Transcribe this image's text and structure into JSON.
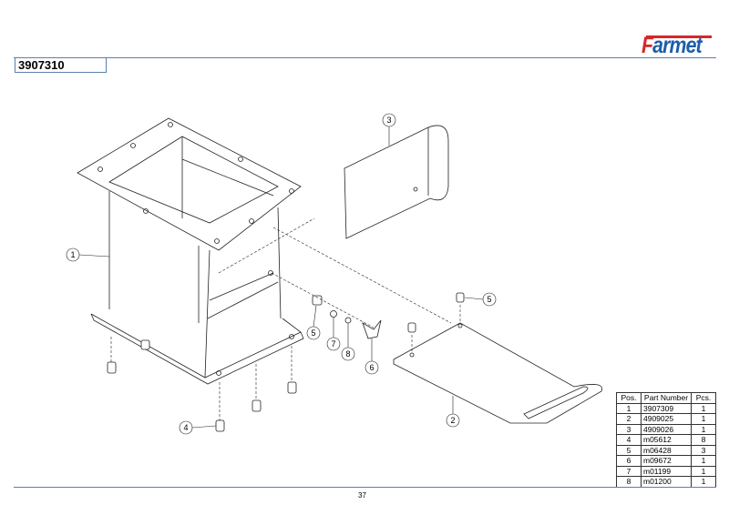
{
  "header": {
    "drawing_number": "3907310",
    "logo": "Farmet"
  },
  "callouts": [
    {
      "label": "1"
    },
    {
      "label": "2"
    },
    {
      "label": "3"
    },
    {
      "label": "4"
    },
    {
      "label": "5"
    },
    {
      "label": "5"
    },
    {
      "label": "6"
    },
    {
      "label": "7"
    },
    {
      "label": "8"
    }
  ],
  "parts_table": {
    "headers": [
      "Pos.",
      "Part Number",
      "Pcs."
    ],
    "rows": [
      [
        "1",
        "3907309",
        "1"
      ],
      [
        "2",
        "4909025",
        "1"
      ],
      [
        "3",
        "4909026",
        "1"
      ],
      [
        "4",
        "m05612",
        "8"
      ],
      [
        "5",
        "m06428",
        "3"
      ],
      [
        "6",
        "m09672",
        "1"
      ],
      [
        "7",
        "m01199",
        "1"
      ],
      [
        "8",
        "m01200",
        "1"
      ]
    ]
  },
  "footer": {
    "page_number": "37"
  }
}
